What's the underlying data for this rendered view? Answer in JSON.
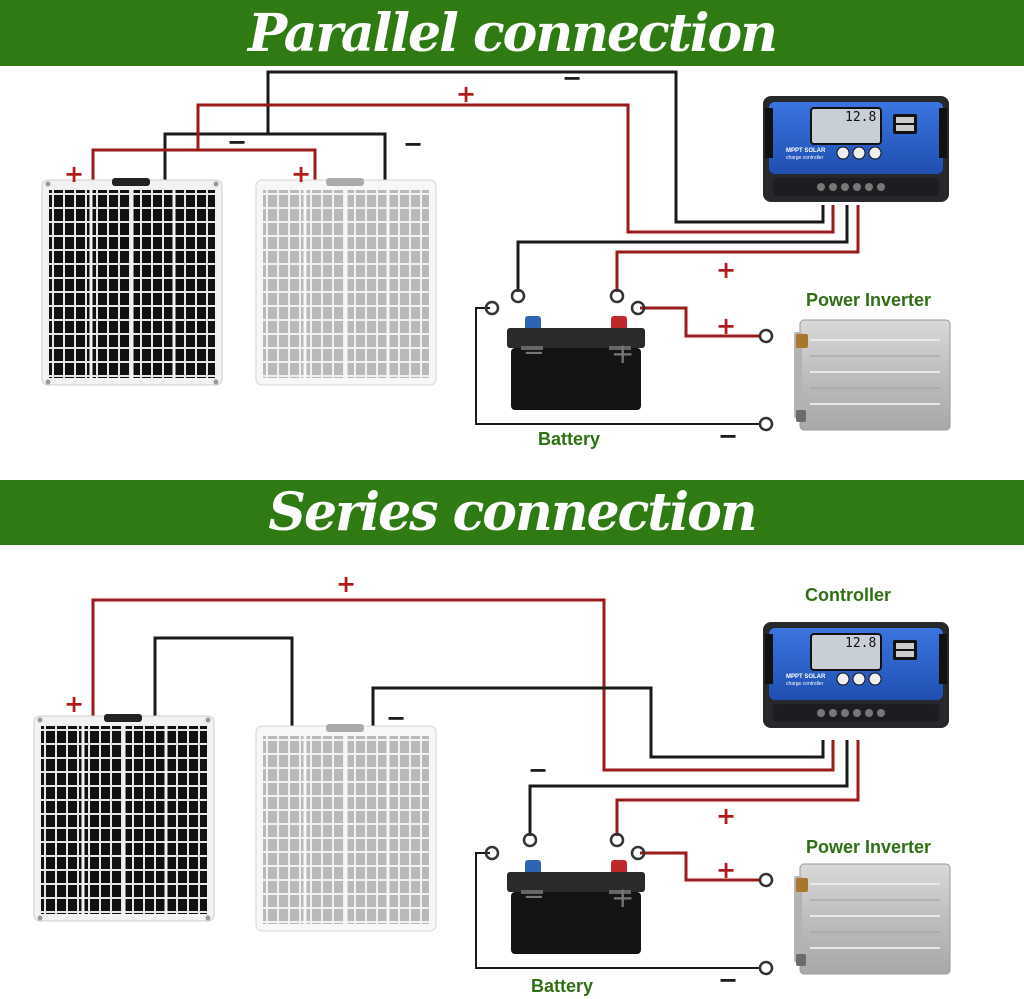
{
  "titles": {
    "parallel": "Parallel connection",
    "series": "Series connection"
  },
  "labels": {
    "power_inverter_1": "Power Inverter",
    "battery_1": "Battery",
    "controller_2": "Controller",
    "power_inverter_2": "Power Inverter",
    "battery_2": "Battery"
  },
  "controller": {
    "display_value": "12.8",
    "brand_line1": "MPPT SOLAR",
    "brand_line2": "charge controller"
  },
  "symbols": {
    "plus": "+",
    "minus": "−"
  },
  "colors": {
    "banner": "#2f7a12",
    "label_green": "#2f6f14",
    "wire_positive": "#9b1a1a",
    "wire_negative": "#1a1a1a",
    "controller_blue": "#2f63c8"
  }
}
